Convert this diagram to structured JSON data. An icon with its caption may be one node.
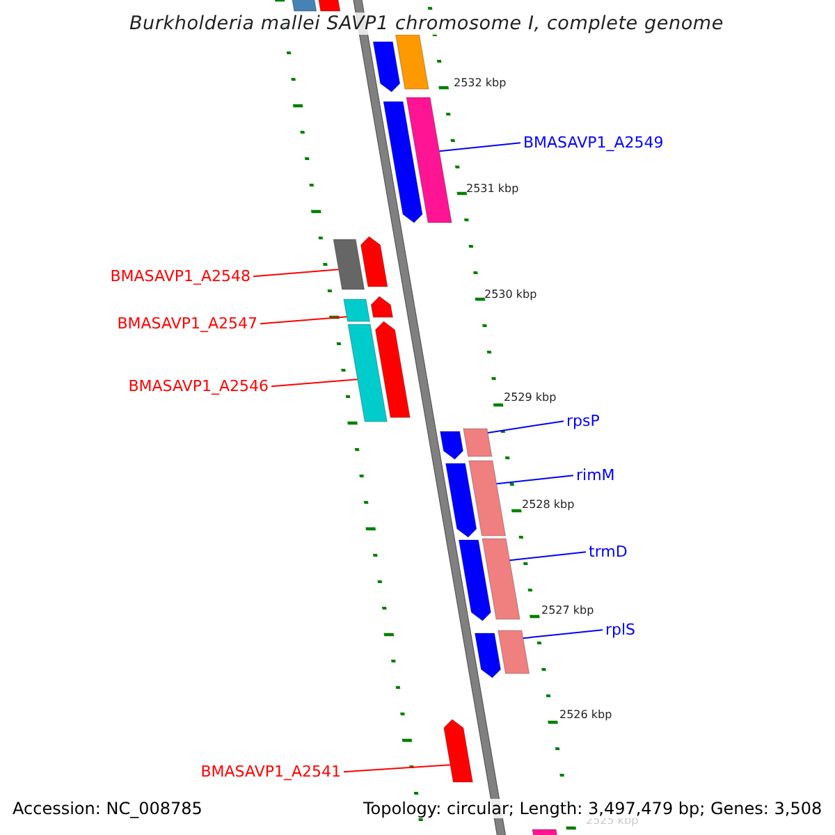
{
  "diagram": {
    "title": "Burkholderia mallei SAVP1 chromosome I, complete genome",
    "nodes": [
      {
        "text": [
          "BMASAVP1_A2549"
        ]
      },
      {
        "text": [],
        "shape": "bar"
      },
      {
        "text": [
          "BMASAVP1_A2548"
        ]
      },
      {
        "text": [],
        "shape": "bar"
      },
      {
        "text": [
          "BMASAVP1_A2547"
        ]
      },
      {
        "text": [],
        "shape": "bar"
      },
      {
        "text": [
          "BMASAVP1_A2546"
        ]
      },
      {
        "text": [],
        "shape": "bar"
      },
      {
        "text": [
          "rpsP"
        ]
      },
      {
        "text": [],
        "shape": "bar"
      },
      {
        "text": [
          "rimM"
        ]
      },
      {
        "text": [],
        "shape": "bar"
      },
      {
        "text": [
          "trmD"
        ]
      },
      {
        "text": [],
        "shape": "bar"
      },
      {
        "text": [
          "rplS"
        ]
      },
      {
        "text": [],
        "shape": "bar"
      },
      {
        "text": [
          "BMASAVP1_A2541"
        ]
      },
      {
        "text": [],
        "shape": "bar"
      },
      {
        "text": [],
        "shape": "bar"
      },
      {
        "text": [],
        "shape": "bar"
      },
      {
        "text": [],
        "shape": "bar"
      },
      {
        "text": [],
        "shape": "bar"
      },
      {
        "text": [],
        "shape": "bar"
      },
      {
        "text": [],
        "shape": "bar"
      },
      {
        "text": [],
        "shape": "bar"
      },
      {
        "text": [],
        "shape": "bar"
      },
      {
        "text": [],
        "shape": "bar"
      },
      {
        "text": [],
        "shape": "bar"
      },
      {
        "text": [],
        "shape": "bar"
      },
      {
        "text": [],
        "shape": "bar"
      },
      {
        "text": [],
        "shape": "bar"
      }
    ],
    "edges": [
      {
        "from": 0,
        "to": 1,
        "arrow": "none"
      },
      {
        "from": 2,
        "to": 3,
        "arrow": "none",
        "color": "#ff0000"
      },
      {
        "from": 4,
        "to": 5,
        "arrow": "none",
        "color": "#ff0000"
      },
      {
        "from": 6,
        "to": 7,
        "arrow": "none",
        "color": "#ff0000"
      },
      {
        "from": 8,
        "to": 9,
        "arrow": "none"
      },
      {
        "from": 10,
        "to": 11,
        "arrow": "none"
      },
      {
        "from": 12,
        "to": 13,
        "arrow": "none"
      },
      {
        "from": 14,
        "to": 15,
        "arrow": "none"
      },
      {
        "from": 16,
        "to": 17,
        "arrow": "none",
        "color": "#ff0000"
      }
    ],
    "labels": [
      "2532 kbp",
      "2531 kbp",
      "2530 kbp",
      "2529 kbp",
      "2528 kbp",
      "2527 kbp",
      "2526 kbp",
      "2525 kbp",
      "Accession: NC_008785",
      "Topology: circular; Length: 3,497,479 bp; Genes: 3,508"
    ]
  }
}
